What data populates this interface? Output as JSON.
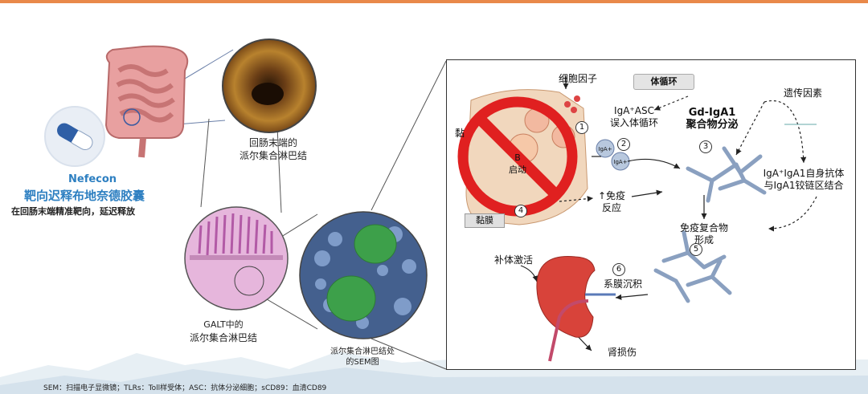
{
  "left": {
    "drug_name_en": "Nefecon",
    "drug_name_cn": "靶向迟释布地奈德胶囊",
    "drug_desc": "在回肠末端精准靶向，延迟释放",
    "ileum_label_line1": "回肠末端的",
    "ileum_label_line2": "派尔集合淋巴结",
    "galt_label_line1": "GALT中的",
    "galt_label_line2": "派尔集合淋巴结",
    "sem_label_line1": "派尔集合淋巴结处",
    "sem_label_line2": "的SEM图"
  },
  "panel": {
    "cytokine": "细胞因子",
    "systemic": "体循环",
    "genetic": "遗传因素",
    "asc_line1": "IgA⁺ASC",
    "asc_line2": "误入体循环",
    "gd_line1": "Gd-IgA1",
    "gd_line2": "聚合物分泌",
    "auto_line1": "IgA⁺IgA1自身抗体",
    "auto_line2": "与IgA1铰链区结合",
    "immune_line1": "↑免疫",
    "immune_line2": "反应",
    "complex_line1": "免疫复合物",
    "complex_line2": "形成",
    "complement": "补体激活",
    "mesangial": "系膜沉积",
    "kidney_injury": "肾损伤",
    "mucosa": "黏膜",
    "mucosa_side": "黏",
    "b_cell_line1": "B",
    "b_cell_line2": "启动",
    "iga_tag": "IgA+",
    "steps": [
      "1",
      "2",
      "3",
      "4",
      "5",
      "6"
    ]
  },
  "footer": "SEM：扫描电子显微镜；TLRs：Toll样受体；ASC：抗体分泌细胞；sCD89：血清CD89",
  "colors": {
    "accent_top": "#e9894a",
    "title_blue": "#2d7fc1",
    "prohibition_red": "#e02020",
    "kidney_red": "#d8433a"
  }
}
